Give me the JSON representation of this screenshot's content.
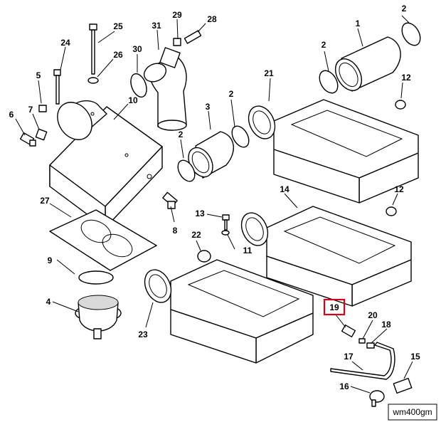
{
  "callouts": {
    "c1": "1",
    "c2a": "2",
    "c2b": "2",
    "c2c": "2",
    "c2d": "2",
    "c3": "3",
    "c4": "4",
    "c5": "5",
    "c6": "6",
    "c7": "7",
    "c8": "8",
    "c9": "9",
    "c10": "10",
    "c11": "11",
    "c12a": "12",
    "c12b": "12",
    "c13": "13",
    "c14": "14",
    "c15": "15",
    "c16": "16",
    "c17": "17",
    "c18": "18",
    "c19": "19",
    "c20": "20",
    "c21": "21",
    "c22": "22",
    "c23": "23",
    "c24": "24",
    "c25": "25",
    "c26": "26",
    "c27": "27",
    "c28": "28",
    "c29": "29",
    "c30": "30",
    "c31": "31"
  },
  "highlighted_callout": "19",
  "highlight_color": "#d0021b",
  "figure_code": "wm400gm"
}
